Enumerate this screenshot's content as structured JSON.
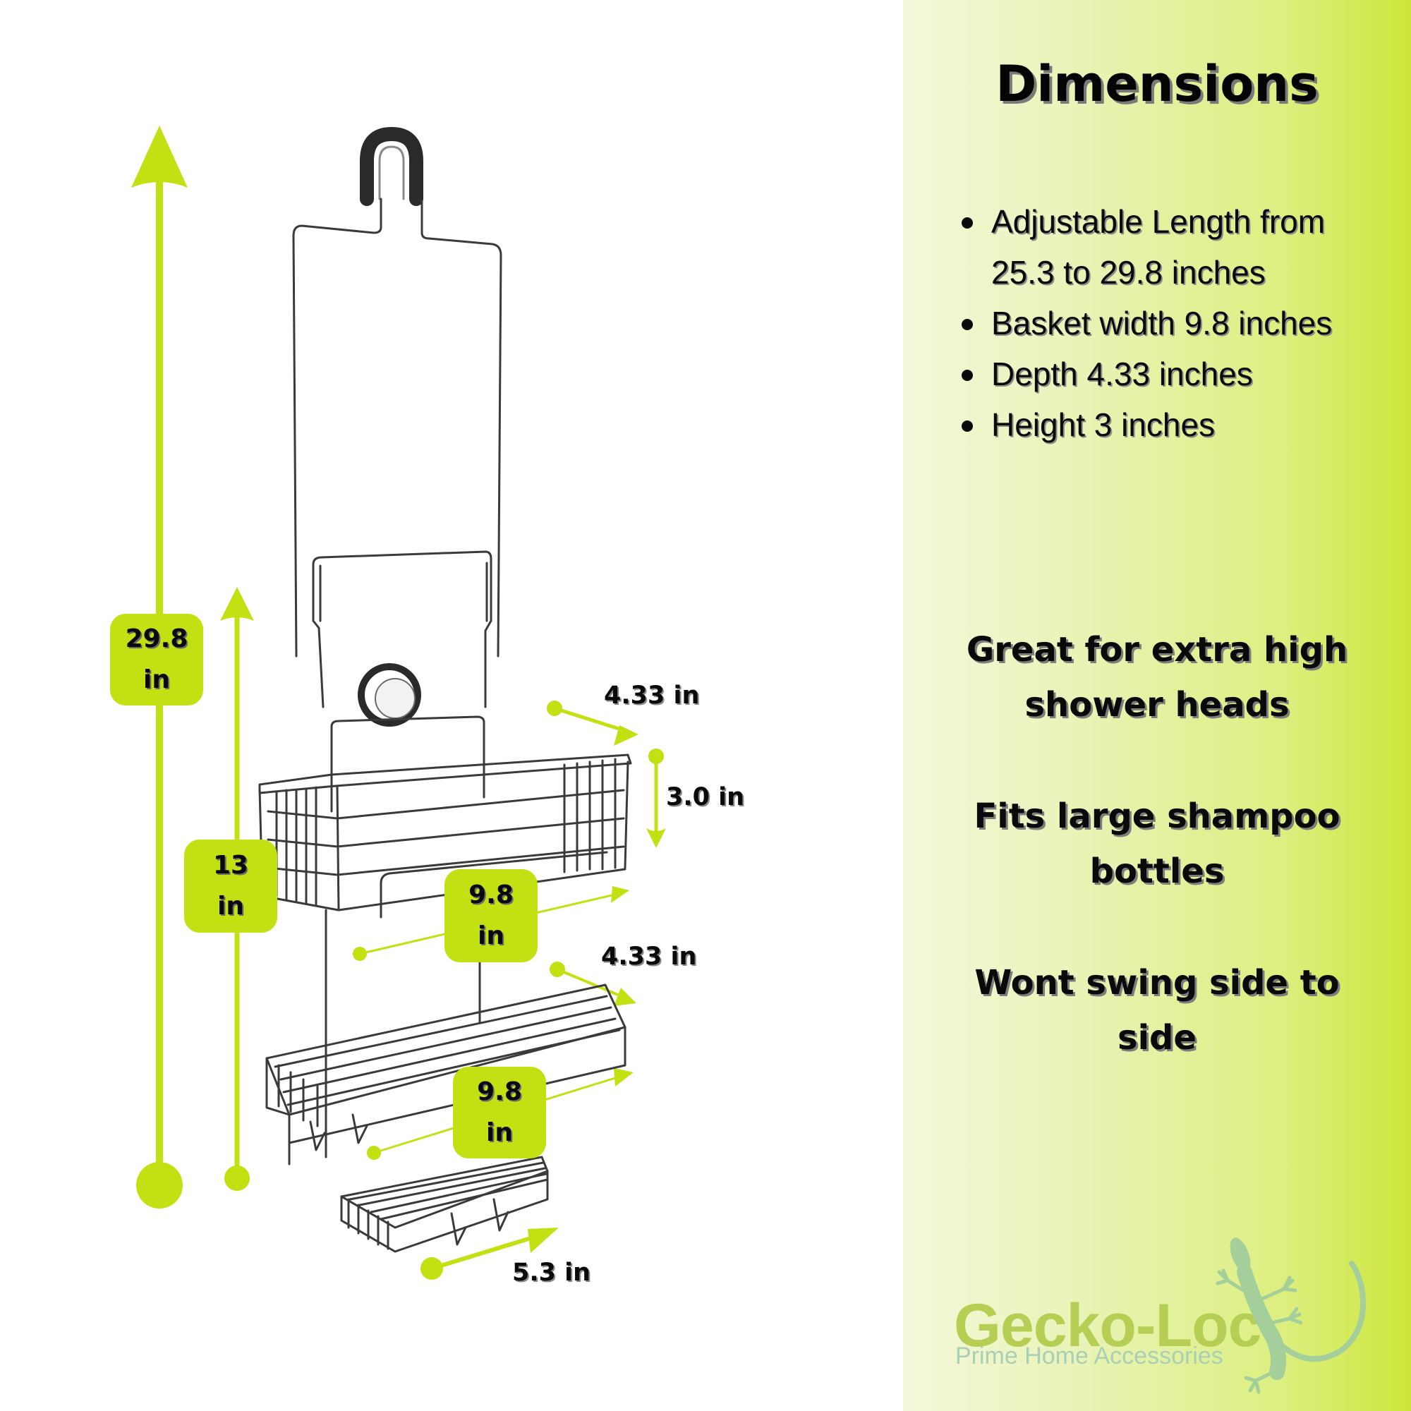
{
  "heading": "Dimensions",
  "specs": [
    "Adjustable Length from 25.3 to 29.8 inches",
    "Basket width 9.8 inches",
    "Depth 4.33 inches",
    "Height 3 inches"
  ],
  "features": [
    "Great for extra high shower heads",
    "Fits large shampoo bottles",
    "Wont swing side to side"
  ],
  "measurements": {
    "total_height": {
      "value": "29.8",
      "unit": "in"
    },
    "lower_height": {
      "value": "13",
      "unit": "in"
    },
    "top_depth": "4.33 in",
    "top_height": "3.0 in",
    "top_width": {
      "value": "9.8",
      "unit": "in"
    },
    "mid_depth": "4.33 in",
    "mid_width": {
      "value": "9.8",
      "unit": "in"
    },
    "bottom_depth": "5.3 in"
  },
  "brand": {
    "name": "Gecko-Loc",
    "tagline": "Prime Home Accessories"
  },
  "colors": {
    "accent": "#c2e012",
    "gradient_start": "#f3f8db",
    "gradient_end": "#cde63a",
    "logo_text": "#b5cf55",
    "logo_sub": "#a9cfb7"
  }
}
